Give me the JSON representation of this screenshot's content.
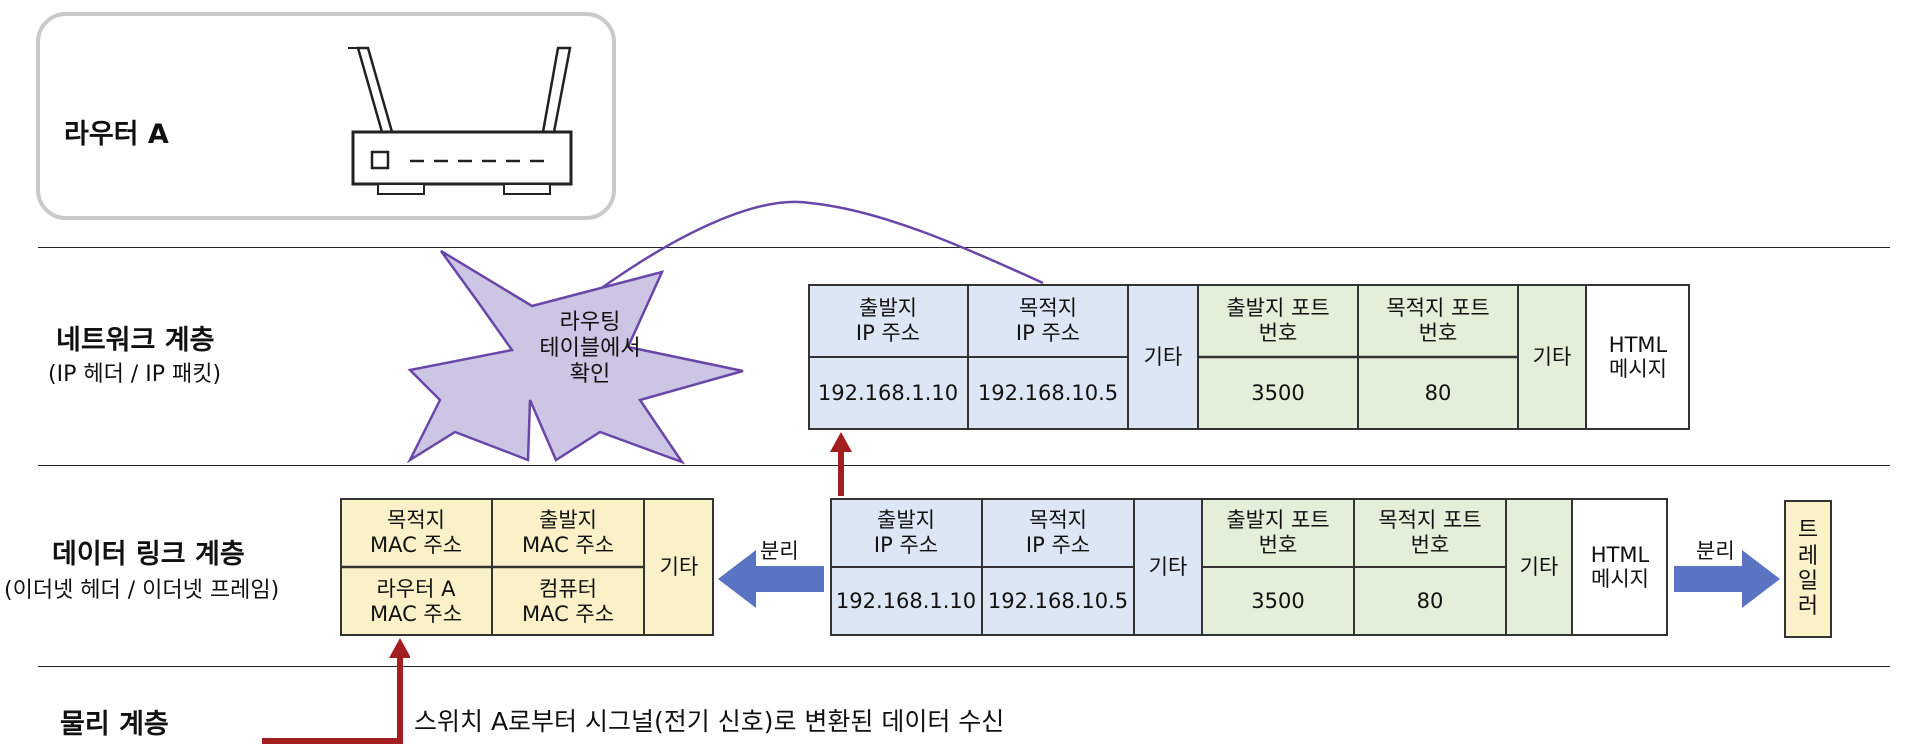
{
  "router": {
    "label": "라우터 A"
  },
  "layers": {
    "network": {
      "title": "네트워크 계층",
      "subtitle": "(IP 헤더 / IP 패킷)"
    },
    "datalink": {
      "title": "데이터 링크 계층",
      "subtitle": "(이더넷 헤더 / 이더넷 프레임)"
    },
    "physical": {
      "title": "물리 계층"
    }
  },
  "routing_burst": {
    "text": "라우팅\n테이블에서\n확인"
  },
  "network_packet": {
    "src_ip_header": "출발지\nIP 주소",
    "dst_ip_header": "목적지\nIP 주소",
    "src_ip_value": "192.168.1.10",
    "dst_ip_value": "192.168.10.5",
    "other1": "기타",
    "src_port_header": "출발지 포트\n번호",
    "dst_port_header": "목적지 포트\n번호",
    "src_port_value": "3500",
    "dst_port_value": "80",
    "other2": "기타",
    "html": "HTML\n메시지"
  },
  "datalink_packet": {
    "src_ip_header": "출발지\nIP 주소",
    "dst_ip_header": "목적지\nIP 주소",
    "src_ip_value": "192.168.1.10",
    "dst_ip_value": "192.168.10.5",
    "other1": "기타",
    "src_port_header": "출발지 포트\n번호",
    "dst_port_header": "목적지 포트\n번호",
    "src_port_value": "3500",
    "dst_port_value": "80",
    "other2": "기타",
    "html": "HTML\n메시지"
  },
  "ethernet_header": {
    "dst_mac_header": "목적지\nMAC 주소",
    "src_mac_header": "출발지\nMAC 주소",
    "dst_mac_value": "라우터 A\nMAC 주소",
    "src_mac_value": "컴퓨터\nMAC 주소",
    "other": "기타"
  },
  "separate_left": "분리",
  "separate_right": "분리",
  "trailer": "트\n레\n일\n러",
  "physical_text": "스위치 A로부터 시그널(전기 신호)로 변환된 데이터 수신",
  "colors": {
    "ip_fill": "#dde6f4",
    "port_fill": "#e3efd9",
    "mac_fill": "#fbf1c8",
    "burst_fill": "#cdc5e4",
    "burst_stroke": "#6a46a8",
    "blue_arrow": "#5a73c2",
    "red_arrow": "#a31f1f"
  }
}
